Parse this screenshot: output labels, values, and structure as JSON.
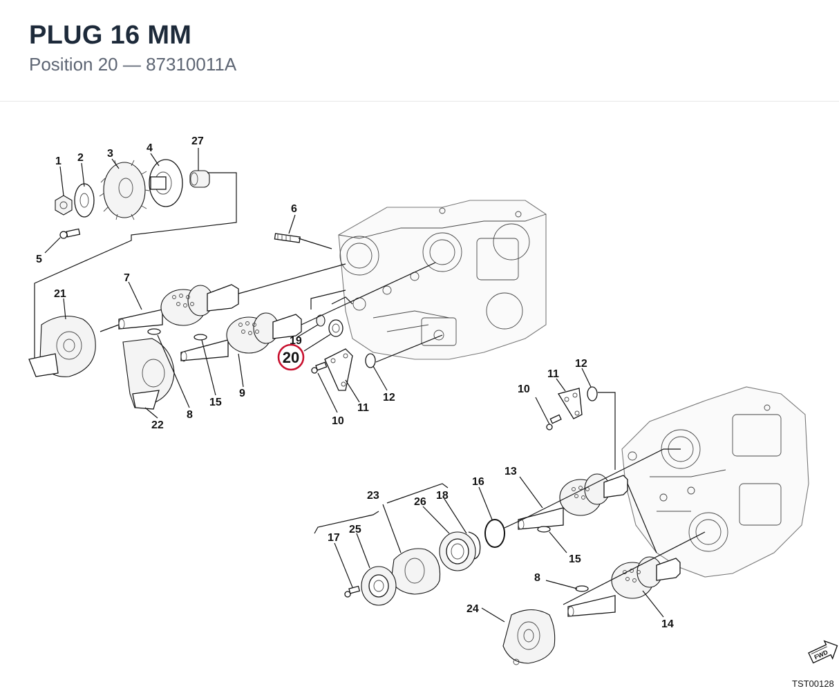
{
  "header": {
    "title": "PLUG 16 MM",
    "subtitle": "Position 20 — 87310011A"
  },
  "highlight": {
    "label": "20",
    "color": "#c8102e"
  },
  "callouts": {
    "c1": "1",
    "c2": "2",
    "c3": "3",
    "c4": "4",
    "c27": "27",
    "c5": "5",
    "c6": "6",
    "c7": "7",
    "c21": "21",
    "c19": "19",
    "c12a": "12",
    "c11a": "11",
    "c10a": "10",
    "c9": "9",
    "c15a": "15",
    "c8a": "8",
    "c22": "22",
    "c10b": "10",
    "c11b": "11",
    "c12b": "12",
    "c13": "13",
    "c16": "16",
    "c18": "18",
    "c26": "26",
    "c23": "23",
    "c25": "25",
    "c17": "17",
    "c15b": "15",
    "c8b": "8",
    "c24": "24",
    "c14": "14"
  },
  "icons": {
    "fwd": "fwd-arrow-icon",
    "fwd_label": "FWD"
  },
  "figure_ref": "TST00128"
}
